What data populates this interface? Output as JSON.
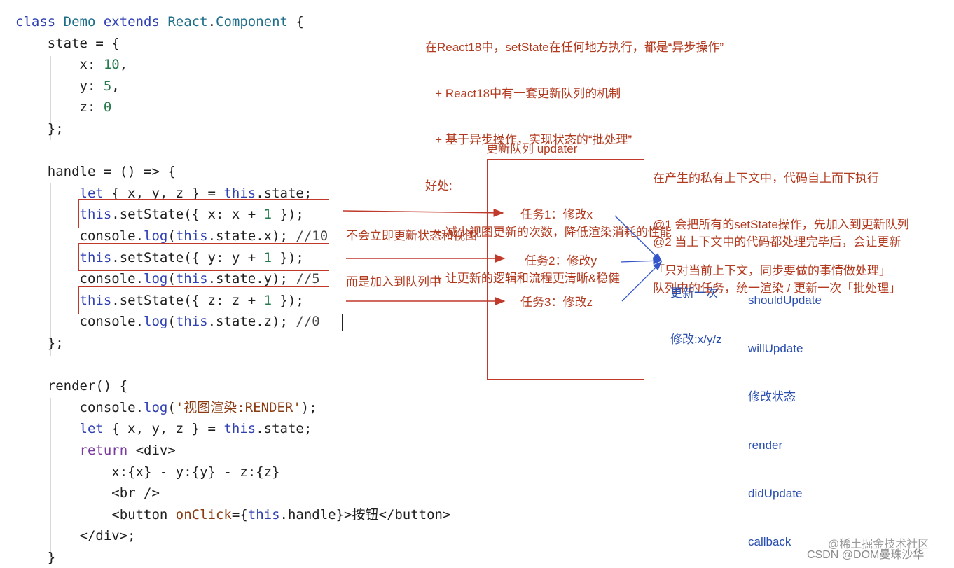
{
  "code_lines": [
    [
      [
        "class ",
        "kw"
      ],
      [
        "Demo ",
        "cls"
      ],
      [
        "extends ",
        "kw"
      ],
      [
        "React",
        "cls"
      ],
      [
        ".",
        ""
      ],
      [
        "Component ",
        "cls"
      ],
      [
        "{",
        ""
      ]
    ],
    [
      [
        "    state = {",
        ""
      ]
    ],
    [
      [
        "        x: ",
        ""
      ],
      [
        "10",
        "num"
      ],
      [
        ",",
        ""
      ]
    ],
    [
      [
        "        y: ",
        ""
      ],
      [
        "5",
        "num"
      ],
      [
        ",",
        ""
      ]
    ],
    [
      [
        "        z: ",
        ""
      ],
      [
        "0",
        "num"
      ]
    ],
    [
      [
        "    };",
        ""
      ]
    ],
    [
      [
        "",
        ""
      ]
    ],
    [
      [
        "    handle = () ",
        ""
      ],
      [
        "=>",
        ""
      ],
      [
        " {",
        ""
      ]
    ],
    [
      [
        "        ",
        ""
      ],
      [
        "let ",
        "kw"
      ],
      [
        "{ x, y, z } = ",
        ""
      ],
      [
        "this",
        "this"
      ],
      [
        ".state;",
        ""
      ]
    ],
    [
      [
        "        ",
        ""
      ],
      [
        "this",
        "this"
      ],
      [
        ".setState({ x: x + ",
        ""
      ],
      [
        "1",
        "num"
      ],
      [
        " });",
        ""
      ]
    ],
    [
      [
        "        console.",
        ""
      ],
      [
        "log",
        "kw"
      ],
      [
        "(",
        ""
      ],
      [
        "this",
        "this"
      ],
      [
        ".state.x); ",
        ""
      ],
      [
        "//10",
        "cm"
      ]
    ],
    [
      [
        "        ",
        ""
      ],
      [
        "this",
        "this"
      ],
      [
        ".setState({ y: y + ",
        ""
      ],
      [
        "1",
        "num"
      ],
      [
        " });",
        ""
      ]
    ],
    [
      [
        "        console.",
        ""
      ],
      [
        "log",
        "kw"
      ],
      [
        "(",
        ""
      ],
      [
        "this",
        "this"
      ],
      [
        ".state.y); ",
        ""
      ],
      [
        "//5",
        "cm"
      ]
    ],
    [
      [
        "        ",
        ""
      ],
      [
        "this",
        "this"
      ],
      [
        ".setState({ z: z + ",
        ""
      ],
      [
        "1",
        "num"
      ],
      [
        " });",
        ""
      ]
    ],
    [
      [
        "        console.",
        ""
      ],
      [
        "log",
        "kw"
      ],
      [
        "(",
        ""
      ],
      [
        "this",
        "this"
      ],
      [
        ".state.z); ",
        ""
      ],
      [
        "//0",
        "cm"
      ]
    ],
    [
      [
        "    };",
        ""
      ]
    ],
    [
      [
        "",
        ""
      ]
    ],
    [
      [
        "    render() {",
        ""
      ]
    ],
    [
      [
        "        console.",
        ""
      ],
      [
        "log",
        "kw"
      ],
      [
        "(",
        ""
      ],
      [
        "'视图渲染:RENDER'",
        "str"
      ],
      [
        ");",
        ""
      ]
    ],
    [
      [
        "        ",
        ""
      ],
      [
        "let ",
        "kw"
      ],
      [
        "{ x, y, z } = ",
        ""
      ],
      [
        "this",
        "this"
      ],
      [
        ".state;",
        ""
      ]
    ],
    [
      [
        "        ",
        ""
      ],
      [
        "return ",
        "kw2"
      ],
      [
        "<div>",
        ""
      ]
    ],
    [
      [
        "            x:{x} - y:{y} - z:{z}",
        ""
      ]
    ],
    [
      [
        "            <br />",
        ""
      ]
    ],
    [
      [
        "            <button ",
        ""
      ],
      [
        "onClick",
        "str"
      ],
      [
        "={",
        ""
      ],
      [
        "this",
        "this"
      ],
      [
        ".handle}>按钮</button>",
        ""
      ]
    ],
    [
      [
        "        </div>;",
        ""
      ]
    ],
    [
      [
        "    }",
        ""
      ]
    ]
  ],
  "notes": {
    "top": [
      "在React18中，setState在任何地方执行，都是“异步操作”",
      "   + React18中有一套更新队列的机制",
      "   + 基于异步操作，实现状态的“批处理”",
      "好处:",
      "   + 减少视图更新的次数，降低渲染消耗的性能",
      "   + 让更新的逻辑和流程更清晰&稳健"
    ],
    "arrow_label": [
      "不会立即更新状态和视图",
      "而是加入到队列中"
    ],
    "queue_title": "更新队列 updater",
    "tasks": [
      "任务1：修改x",
      "任务2：修改y",
      "任务3：修改z"
    ],
    "right_1": [
      "在产生的私有上下文中，代码自上而下执行",
      "@1 会把所有的setState操作，先加入到更新队列",
      "「只对当前上下文，同步要做的事情做处理」"
    ],
    "right_2": [
      "@2 当上下文中的代码都处理完毕后，会让更新",
      "队列中的任务，统一渲染 / 更新一次「批处理」"
    ],
    "update_once": [
      "更新一次",
      "修改:x/y/z"
    ],
    "lifecycle": [
      "shouldUpdate",
      "willUpdate",
      "修改状态",
      "render",
      "didUpdate",
      "callback"
    ]
  },
  "watermark": [
    "@稀土掘金技术社区",
    "CSDN @DOM曼珠沙华"
  ],
  "colors": {
    "red": "#b23a1f",
    "blue": "#2a4fb0"
  }
}
